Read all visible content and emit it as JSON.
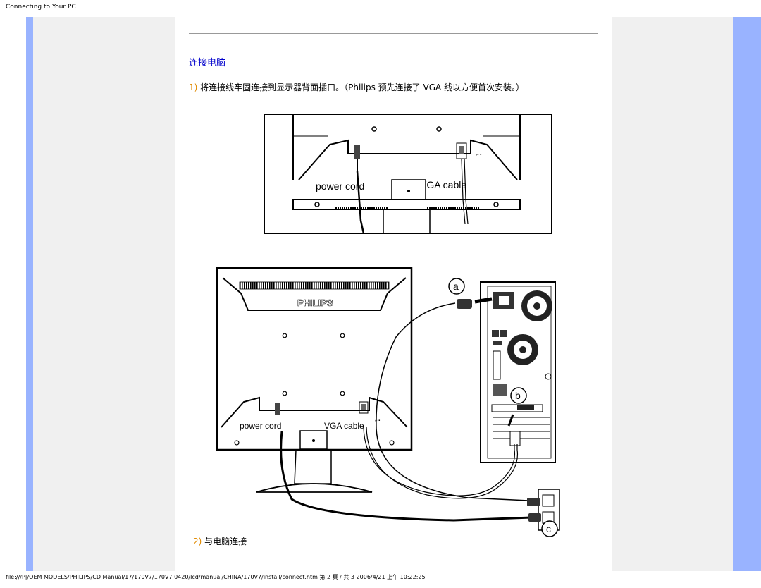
{
  "header": {
    "title": "Connecting to Your PC"
  },
  "content": {
    "heading": "连接电脑",
    "step1": {
      "number": "1)",
      "text": "将连接线牢固连接到显示器背面插口。（Philips 预先连接了 VGA 线以方便首次安装。）"
    },
    "figure1": {
      "power_label": "power cord",
      "vga_label": "VGA cable"
    },
    "figure2": {
      "brand": "PHILIPS",
      "power_label": "power cord",
      "vga_label": "VGA cable",
      "marker_a": "a",
      "marker_b": "b",
      "marker_c": "c"
    },
    "step2": {
      "number": "2)",
      "text": "与电脑连接"
    }
  },
  "footer": {
    "path": "file:///P|/OEM MODELS/PHILIPS/CD Manual/17/170V7/170V7 0420/lcd/manual/CHINA/170V7/install/connect.htm 第 2 頁 / 共 3 2006/4/21 上午 10:22:25"
  },
  "colors": {
    "side_bar": "#99b3ff",
    "side_panel": "#f0f0f0",
    "heading": "#0000cc",
    "step_number": "#e08a00"
  }
}
